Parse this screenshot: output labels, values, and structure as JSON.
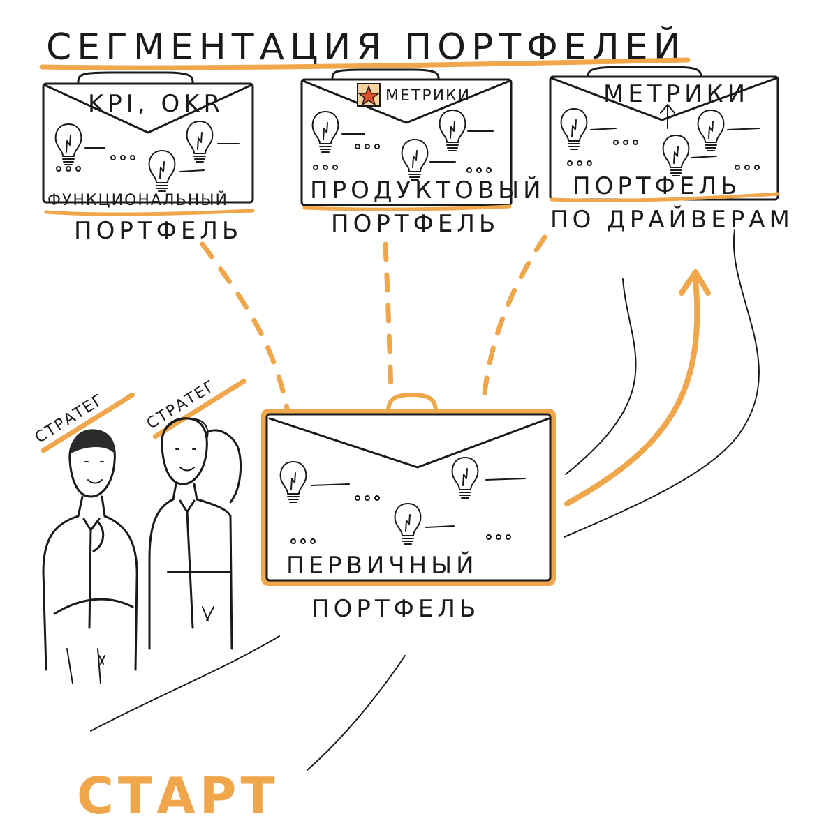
{
  "title": "СЕГМЕНТАЦИЯ ПОРТФЕЛЕЙ",
  "portfolios": {
    "functional": {
      "top_label": "KPI, OKR",
      "bottom_label": "ФУНКЦИОНАЛЬНЫЙ",
      "caption": "ПОРТФЕЛЬ"
    },
    "product": {
      "top_label": "МЕТРИКИ",
      "bottom_label": "ПРОДУКТОВЫЙ",
      "caption": "ПОРТФЕЛЬ"
    },
    "drivers": {
      "top_label": "МЕТРИКИ",
      "bottom_label": "ПОРТФЕЛЬ",
      "caption": "ПО ДРАЙВЕРАМ"
    },
    "primary": {
      "bottom_label": "ПЕРВИЧНЫЙ",
      "caption": "ПОРТФЕЛЬ"
    }
  },
  "people": [
    {
      "label": "СТРАТЕГ"
    },
    {
      "label": "СТРАТЕГ"
    }
  ],
  "start_label": "СТАРТ",
  "colors": {
    "accent": "#f0a64a",
    "ink": "#1a1a1a"
  },
  "icons": [
    "lightbulb-icon",
    "star-icon",
    "arrow-up-icon",
    "briefcase-icon"
  ]
}
